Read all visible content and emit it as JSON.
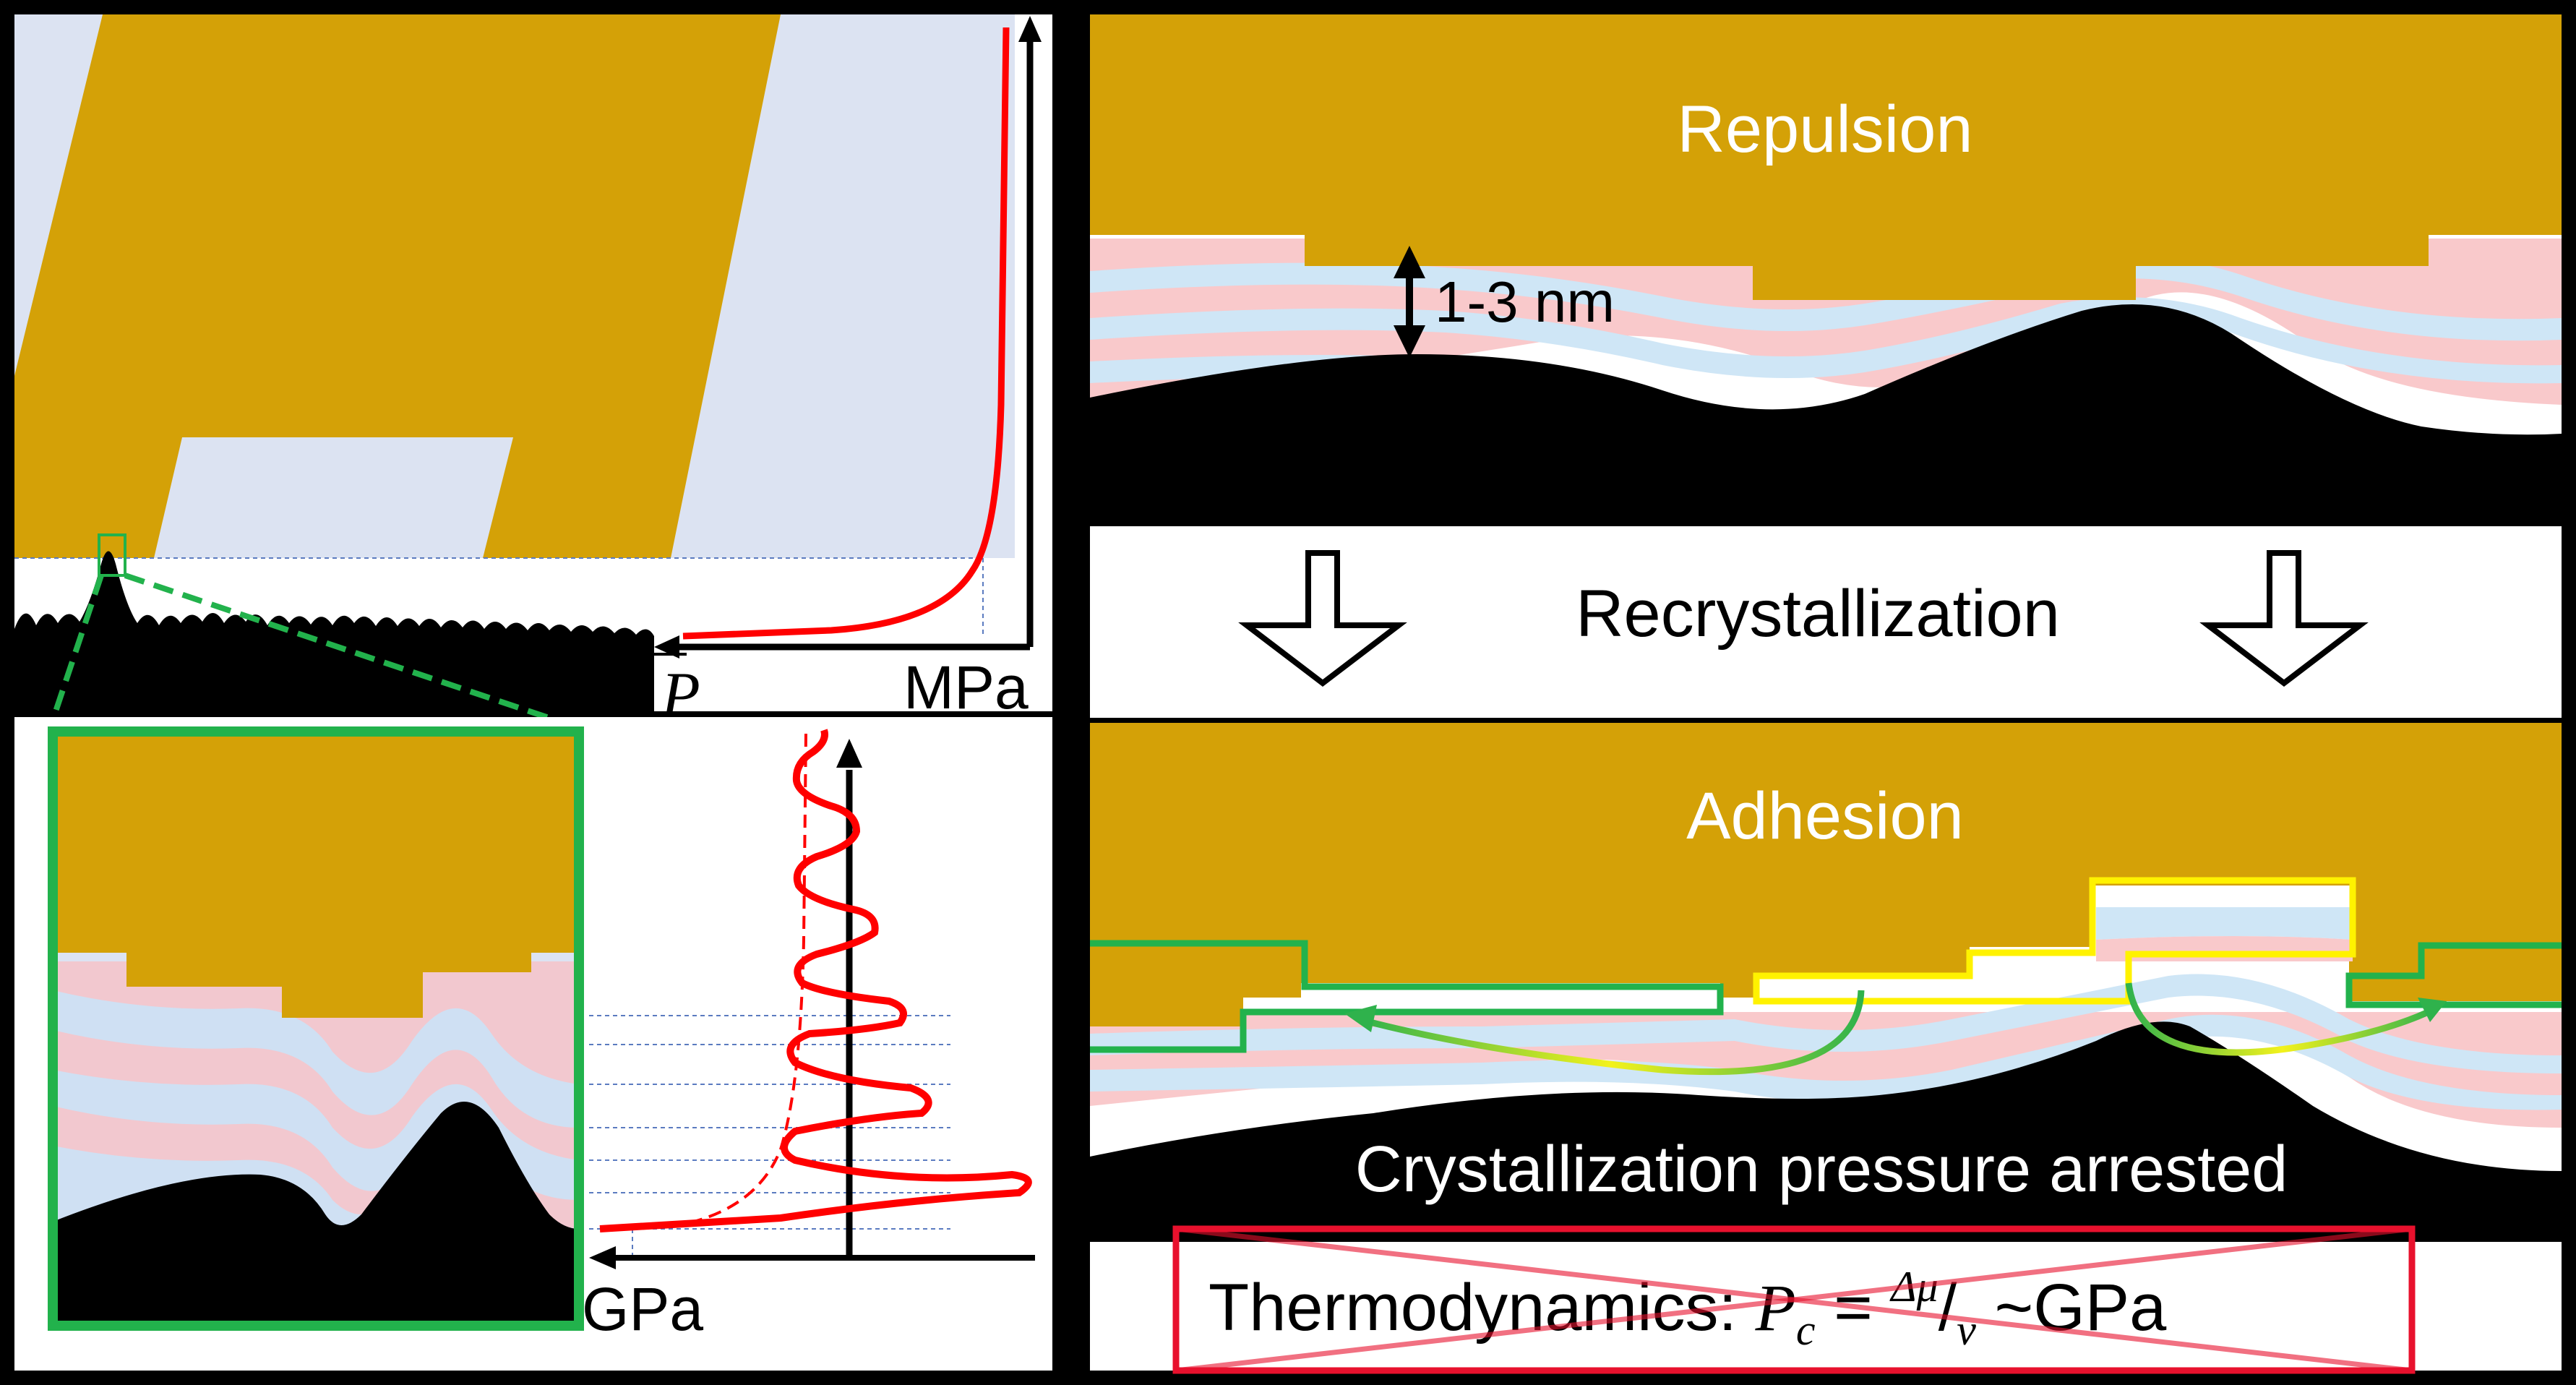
{
  "left_top": {
    "unit_label": "MPa",
    "pressure_symbol": "P"
  },
  "left_bottom": {
    "unit_label": "GPa"
  },
  "right_top": {
    "title": "Repulsion",
    "gap_label": "1-3 nm"
  },
  "middle": {
    "label": "Recrystallization"
  },
  "right_bottom": {
    "title": "Adhesion",
    "caption": "Crystallization pressure arrested",
    "formula_prefix": "Thermodynamics: ",
    "formula_lhs": "P",
    "formula_sub": "c",
    "formula_eq": " = ",
    "formula_num": "Δμ",
    "formula_den": "v",
    "formula_tail": " ~GPa"
  },
  "colors": {
    "crystal": "#D4A107",
    "pore_fluid": "#DCE3F2",
    "film_pink": "#F9C9CB",
    "film_blue": "#CFE6F6",
    "substrate": "#000000",
    "pressure_curve": "#FF0000",
    "zoom_box": "#22B24C",
    "highlight": "#FFF200",
    "crossed_box": "#E8112D"
  }
}
